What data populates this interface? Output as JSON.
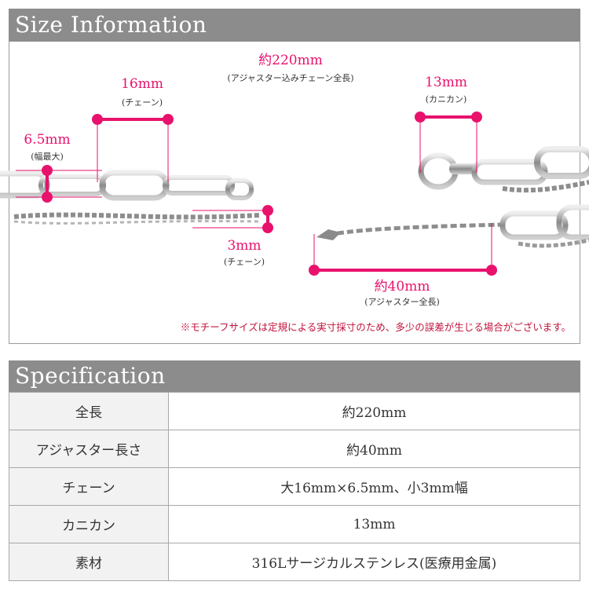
{
  "size_section": {
    "header": "Size Information",
    "total_length": "約220mm",
    "total_length_note": "(アジャスター込みチェーン全長)",
    "big_link_length": "16mm",
    "big_link_note": "(チェーン)",
    "width_max": "6.5mm",
    "width_note": "(幅最大)",
    "small_chain": "3mm",
    "small_chain_note": "(チェーン)",
    "clasp": "13mm",
    "clasp_note": "(カニカン)",
    "adjuster": "約40mm",
    "adjuster_note": "(アジャスター全長)",
    "disclaimer": "※モチーフサイズは定規による実寸採寸のため、多少の誤差が生じる場合がございます。"
  },
  "spec_section": {
    "header": "Specification",
    "rows": [
      {
        "label": "全長",
        "value": "約220mm"
      },
      {
        "label": "アジャスター長さ",
        "value": "約40mm"
      },
      {
        "label": "チェーン",
        "value": "大16mm×6.5mm、小3mm幅"
      },
      {
        "label": "カニカン",
        "value": "13mm"
      },
      {
        "label": "素材",
        "value": "316Lサージカルステンレス(医療用金属)"
      }
    ]
  },
  "colors": {
    "accent": "#e8126c",
    "header_bg": "#8c8c8c",
    "disclaimer": "#c0143c"
  }
}
